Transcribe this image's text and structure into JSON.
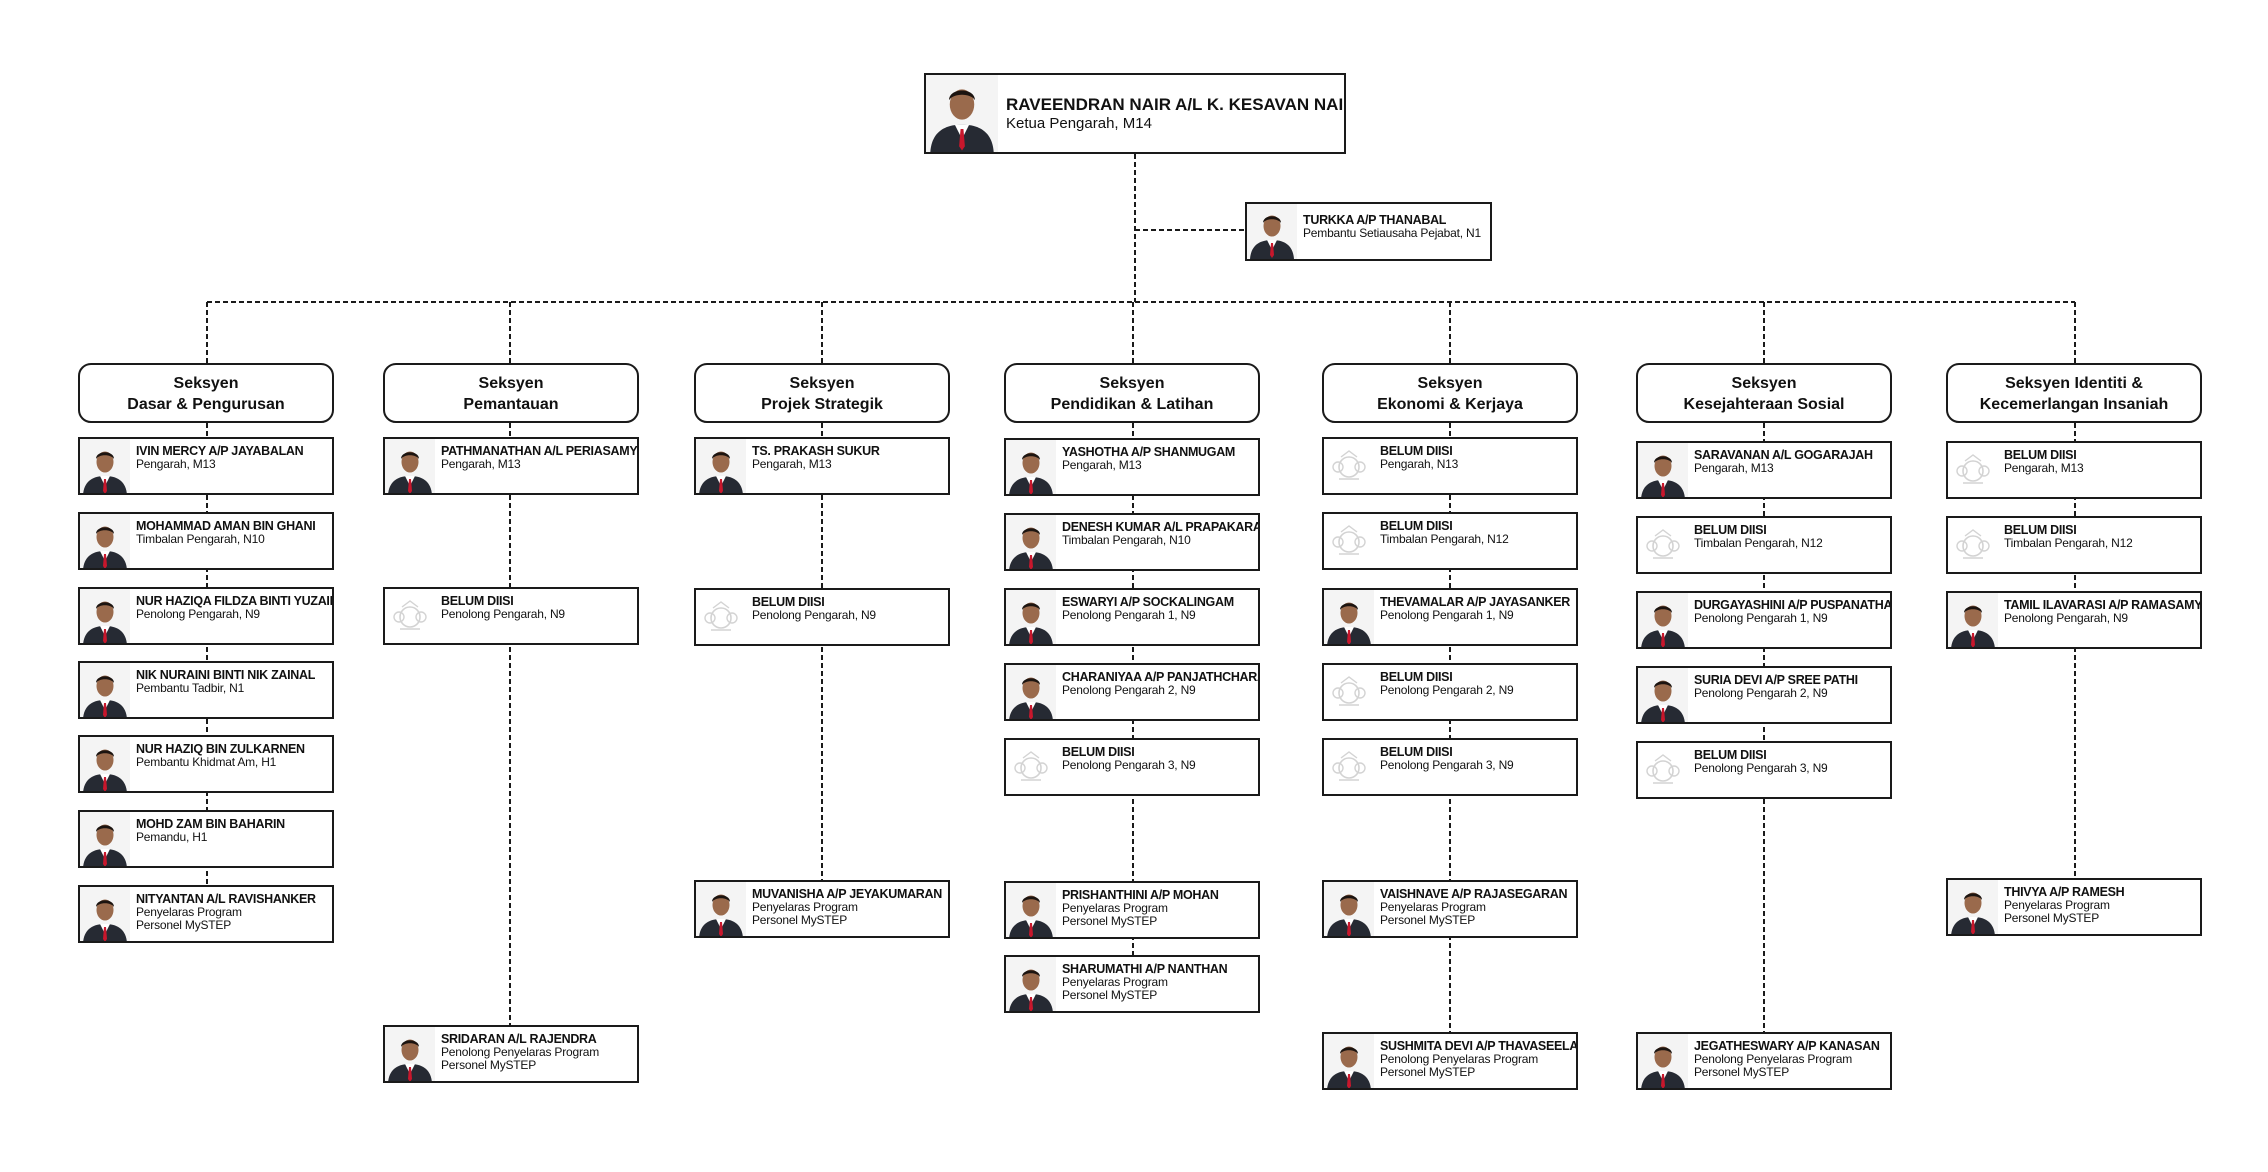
{
  "colors": {
    "line": "#1a1a1a",
    "background": "#ffffff",
    "suit": "#262a33",
    "tie": "#c8172c",
    "skin": "#9a6a4c",
    "hair": "#1c1410",
    "logo": "#d3d3d3"
  },
  "director": {
    "name": "RAVEENDRAN NAIR A/L K. KESAVAN NAIR",
    "position": "Ketua Pengarah, M14",
    "icon": "person-photo"
  },
  "assistant": {
    "name": "TURKKA A/P THANABAL",
    "position": "Pembantu Setiausaha Pejabat, N1",
    "icon": "person-photo"
  },
  "sections": [
    {
      "title": [
        "Seksyen",
        "Dasar & Pengurusan"
      ],
      "members": [
        {
          "name": "IVIN MERCY A/P JAYABALAN",
          "position": [
            "Pengarah, M13"
          ],
          "photo": "person"
        },
        {
          "name": "MOHAMMAD AMAN BIN GHANI",
          "position": [
            "Timbalan Pengarah, N10"
          ],
          "photo": "person"
        },
        {
          "name": "NUR HAZIQA FILDZA BINTI YUZAIDY",
          "position": [
            "Penolong Pengarah, N9"
          ],
          "photo": "person"
        },
        {
          "name": "NIK NURAINI BINTI NIK ZAINAL",
          "position": [
            "Pembantu Tadbir, N1"
          ],
          "photo": "person"
        },
        {
          "name": "NUR HAZIQ BIN ZULKARNEN",
          "position": [
            "Pembantu Khidmat Am, H1"
          ],
          "photo": "person"
        },
        {
          "name": "MOHD ZAM BIN BAHARIN",
          "position": [
            "Pemandu, H1"
          ],
          "photo": "person"
        },
        {
          "name": "NITYANTAN A/L RAVISHANKER",
          "position": [
            "Penyelaras Program",
            "Personel MySTEP"
          ],
          "photo": "person"
        }
      ]
    },
    {
      "title": [
        "Seksyen",
        "Pemantauan"
      ],
      "members": [
        {
          "name": "PATHMANATHAN A/L PERIASAMY",
          "position": [
            "Pengarah, M13"
          ],
          "photo": "person"
        },
        {
          "name": "BELUM DIISI",
          "position": [
            "Penolong Pengarah, N9"
          ],
          "photo": "logo"
        },
        {
          "name": "SRIDARAN A/L RAJENDRA",
          "position": [
            "Penolong Penyelaras Program",
            "Personel MySTEP"
          ],
          "photo": "person"
        }
      ]
    },
    {
      "title": [
        "Seksyen",
        "Projek Strategik"
      ],
      "members": [
        {
          "name": "TS. PRAKASH SUKUR",
          "position": [
            "Pengarah, M13"
          ],
          "photo": "person"
        },
        {
          "name": "BELUM DIISI",
          "position": [
            "Penolong Pengarah, N9"
          ],
          "photo": "logo"
        },
        {
          "name": "MUVANISHA A/P JEYAKUMARAN",
          "position": [
            "Penyelaras Program",
            "Personel MySTEP"
          ],
          "photo": "person"
        }
      ]
    },
    {
      "title": [
        "Seksyen",
        "Pendidikan & Latihan"
      ],
      "members": [
        {
          "name": "YASHOTHA A/P SHANMUGAM",
          "position": [
            "Pengarah, M13"
          ],
          "photo": "person"
        },
        {
          "name": "DENESH KUMAR A/L PRAPAKARAN",
          "position": [
            "Timbalan Pengarah, N10"
          ],
          "photo": "person"
        },
        {
          "name": "ESWARYI A/P SOCKALINGAM",
          "position": [
            "Penolong Pengarah 1, N9"
          ],
          "photo": "person"
        },
        {
          "name": "CHARANIYAA A/P PANJATHCHARAM",
          "position": [
            "Penolong Pengarah 2, N9"
          ],
          "photo": "person"
        },
        {
          "name": "BELUM DIISI",
          "position": [
            "Penolong Pengarah 3, N9"
          ],
          "photo": "logo"
        },
        {
          "name": "PRISHANTHINI A/P MOHAN",
          "position": [
            "Penyelaras Program",
            "Personel MySTEP"
          ],
          "photo": "person"
        },
        {
          "name": "SHARUMATHI A/P NANTHAN",
          "position": [
            "Penyelaras Program",
            "Personel MySTEP"
          ],
          "photo": "person"
        }
      ]
    },
    {
      "title": [
        "Seksyen",
        "Ekonomi & Kerjaya"
      ],
      "members": [
        {
          "name": "BELUM DIISI",
          "position": [
            "Pengarah, N13"
          ],
          "photo": "logo"
        },
        {
          "name": "BELUM DIISI",
          "position": [
            "Timbalan Pengarah, N12"
          ],
          "photo": "logo"
        },
        {
          "name": "THEVAMALAR A/P JAYASANKER",
          "position": [
            "Penolong Pengarah 1, N9"
          ],
          "photo": "person"
        },
        {
          "name": "BELUM DIISI",
          "position": [
            "Penolong Pengarah 2, N9"
          ],
          "photo": "logo"
        },
        {
          "name": "BELUM DIISI",
          "position": [
            "Penolong Pengarah 3, N9"
          ],
          "photo": "logo"
        },
        {
          "name": "VAISHNAVE A/P RAJASEGARAN",
          "position": [
            "Penyelaras Program",
            "Personel MySTEP"
          ],
          "photo": "person"
        },
        {
          "name": "SUSHMITA DEVI A/P THAVASEELAN",
          "position": [
            "Penolong Penyelaras Program",
            "Personel MySTEP"
          ],
          "photo": "person"
        }
      ]
    },
    {
      "title": [
        "Seksyen",
        "Kesejahteraan Sosial"
      ],
      "members": [
        {
          "name": "SARAVANAN A/L GOGARAJAH",
          "position": [
            "Pengarah, M13"
          ],
          "photo": "person"
        },
        {
          "name": "BELUM DIISI",
          "position": [
            "Timbalan Pengarah, N12"
          ],
          "photo": "logo"
        },
        {
          "name": "DURGAYASHINI A/P PUSPANATHAN",
          "position": [
            "Penolong Pengarah 1, N9"
          ],
          "photo": "person"
        },
        {
          "name": "SURIA DEVI A/P SREE PATHI",
          "position": [
            "Penolong Pengarah 2, N9"
          ],
          "photo": "person"
        },
        {
          "name": "BELUM DIISI",
          "position": [
            "Penolong Pengarah 3, N9"
          ],
          "photo": "logo"
        },
        {
          "name": "JEGATHESWARY A/P KANASAN",
          "position": [
            "Penolong Penyelaras Program",
            "Personel MySTEP"
          ],
          "photo": "person"
        }
      ]
    },
    {
      "title": [
        "Seksyen Identiti &",
        "Kecemerlangan Insaniah"
      ],
      "members": [
        {
          "name": "BELUM DIISI",
          "position": [
            "Pengarah, M13"
          ],
          "photo": "logo"
        },
        {
          "name": "BELUM DIISI",
          "position": [
            "Timbalan Pengarah, N12"
          ],
          "photo": "logo"
        },
        {
          "name": "TAMIL ILAVARASI A/P RAMASAMY",
          "position": [
            "Penolong Pengarah, N9"
          ],
          "photo": "person"
        },
        {
          "name": "THIVYA A/P RAMESH",
          "position": [
            "Penyelaras Program",
            "Personel MySTEP"
          ],
          "photo": "person"
        }
      ]
    }
  ]
}
